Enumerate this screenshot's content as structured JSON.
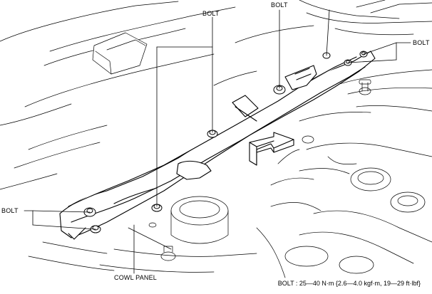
{
  "labels": {
    "bolt_top_left": "BOLT",
    "bolt_top_mid": "BOLT",
    "bolt_right": "BOLT",
    "bolt_left": "BOLT",
    "cowl_panel": "COWL PANEL"
  },
  "torque_spec": "BOLT : 25—40 N·m {2.6—4.0 kgf·m, 19—29 ft·lbf}"
}
